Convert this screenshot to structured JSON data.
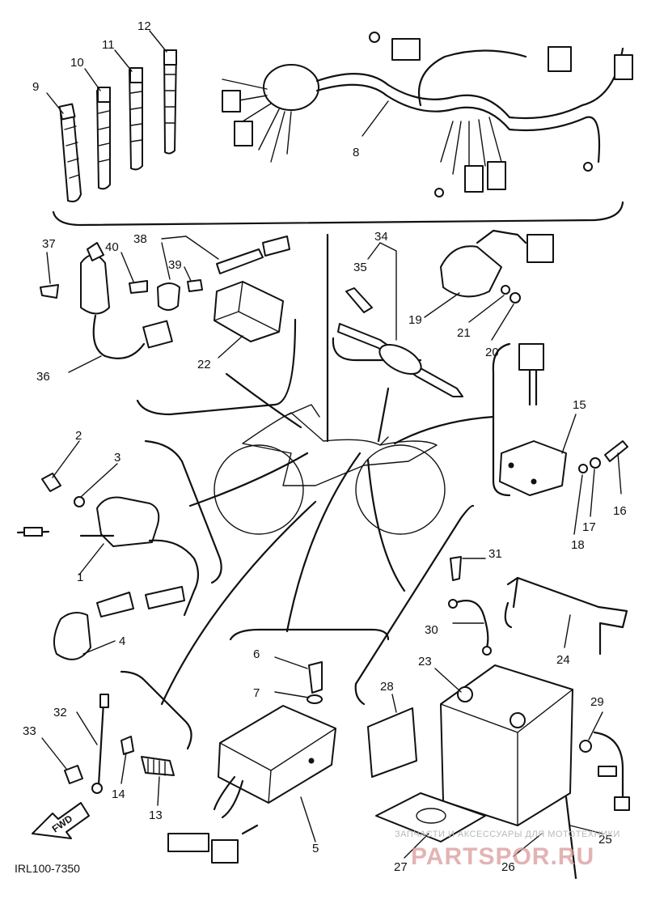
{
  "diagram": {
    "code": "IRL100-7350",
    "fwd_label": "FWD",
    "watermark_top": "ЗАПЧАСТИ И АКСЕССУАРЫ ДЛЯ МОТОТЕХНИКИ",
    "watermark_brand": "PARTSPOR.RU"
  },
  "callouts": [
    "1",
    "2",
    "3",
    "4",
    "5",
    "6",
    "7",
    "8",
    "9",
    "10",
    "11",
    "12",
    "13",
    "14",
    "15",
    "16",
    "17",
    "18",
    "19",
    "20",
    "21",
    "22",
    "23",
    "24",
    "25",
    "26",
    "27",
    "28",
    "29",
    "30",
    "31",
    "32",
    "33",
    "34",
    "35",
    "36",
    "37",
    "38",
    "39",
    "40"
  ]
}
